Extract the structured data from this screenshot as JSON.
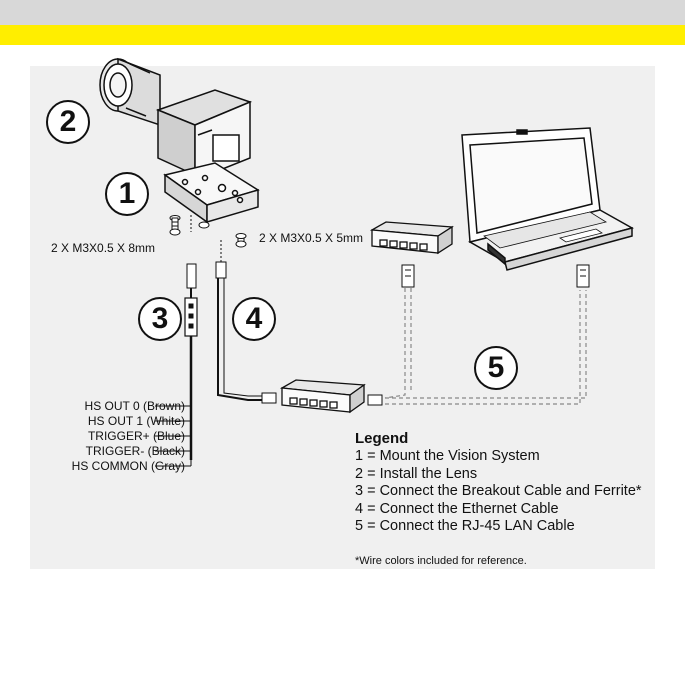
{
  "step_numbers": [
    "1",
    "2",
    "3",
    "4",
    "5"
  ],
  "screw_labels": {
    "mount_screws": "2 X M3X0.5 X 8mm",
    "body_screws": "2 X M3X0.5 X 5mm"
  },
  "wire_labels": [
    "HS OUT 0 (Brown)",
    "HS OUT 1 (White)",
    "TRIGGER+ (Blue)",
    "TRIGGER- (Black)",
    "HS COMMON (Gray)"
  ],
  "legend": {
    "title": "Legend",
    "items": [
      "1 = Mount the Vision System",
      "2 = Install the Lens",
      "3 = Connect the Breakout Cable and Ferrite*",
      "4 = Connect the Ethernet Cable",
      "5 = Connect the RJ-45 LAN Cable"
    ],
    "note": "*Wire colors included for reference."
  },
  "colors": {
    "header_gray": "#d8d8d8",
    "header_yellow": "#ffee00",
    "panel": "#f0f0f0",
    "line": "#111111",
    "lan_cable_dashed": "#888888"
  }
}
